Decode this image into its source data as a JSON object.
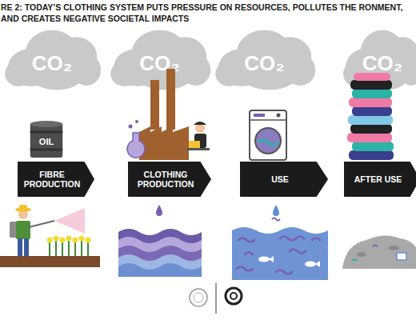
{
  "diagram": {
    "title": "RE 2: TODAY’S CLOTHING SYSTEM PUTS PRESSURE ON RESOURCES, POLLUTES THE RONMENT, AND CREATES NEGATIVE SOCIETAL IMPACTS",
    "nodes": [
      {
        "text": [
          "CO₂"
        ]
      },
      {
        "text": [
          "CO₂"
        ]
      },
      {
        "text": [
          "CO₂"
        ]
      },
      {
        "text": [
          "CO₂"
        ]
      },
      {
        "text": [
          "OIL"
        ]
      },
      {
        "text": [
          "FIBRE PRODUCTION"
        ]
      },
      {
        "text": [
          "CLOTHING PRODUCTION"
        ]
      },
      {
        "text": [
          "USE"
        ]
      },
      {
        "text": [
          "AFTER USE"
        ]
      }
    ]
  }
}
